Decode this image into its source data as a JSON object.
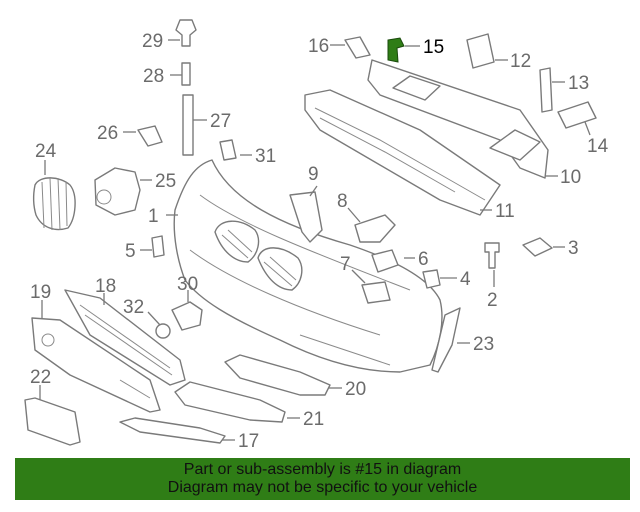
{
  "diagram": {
    "highlighted_part": "15",
    "highlight_color": "#2f7d16",
    "callouts": [
      "1",
      "2",
      "3",
      "4",
      "5",
      "6",
      "7",
      "8",
      "9",
      "10",
      "11",
      "12",
      "13",
      "14",
      "15",
      "16",
      "17",
      "18",
      "19",
      "20",
      "21",
      "22",
      "23",
      "24",
      "25",
      "26",
      "27",
      "28",
      "29",
      "30",
      "31",
      "32"
    ]
  },
  "banner": {
    "line1": "Part or sub-assembly is #15 in diagram",
    "line2": "Diagram may not be specific to your vehicle",
    "background": "#2f7d16"
  }
}
